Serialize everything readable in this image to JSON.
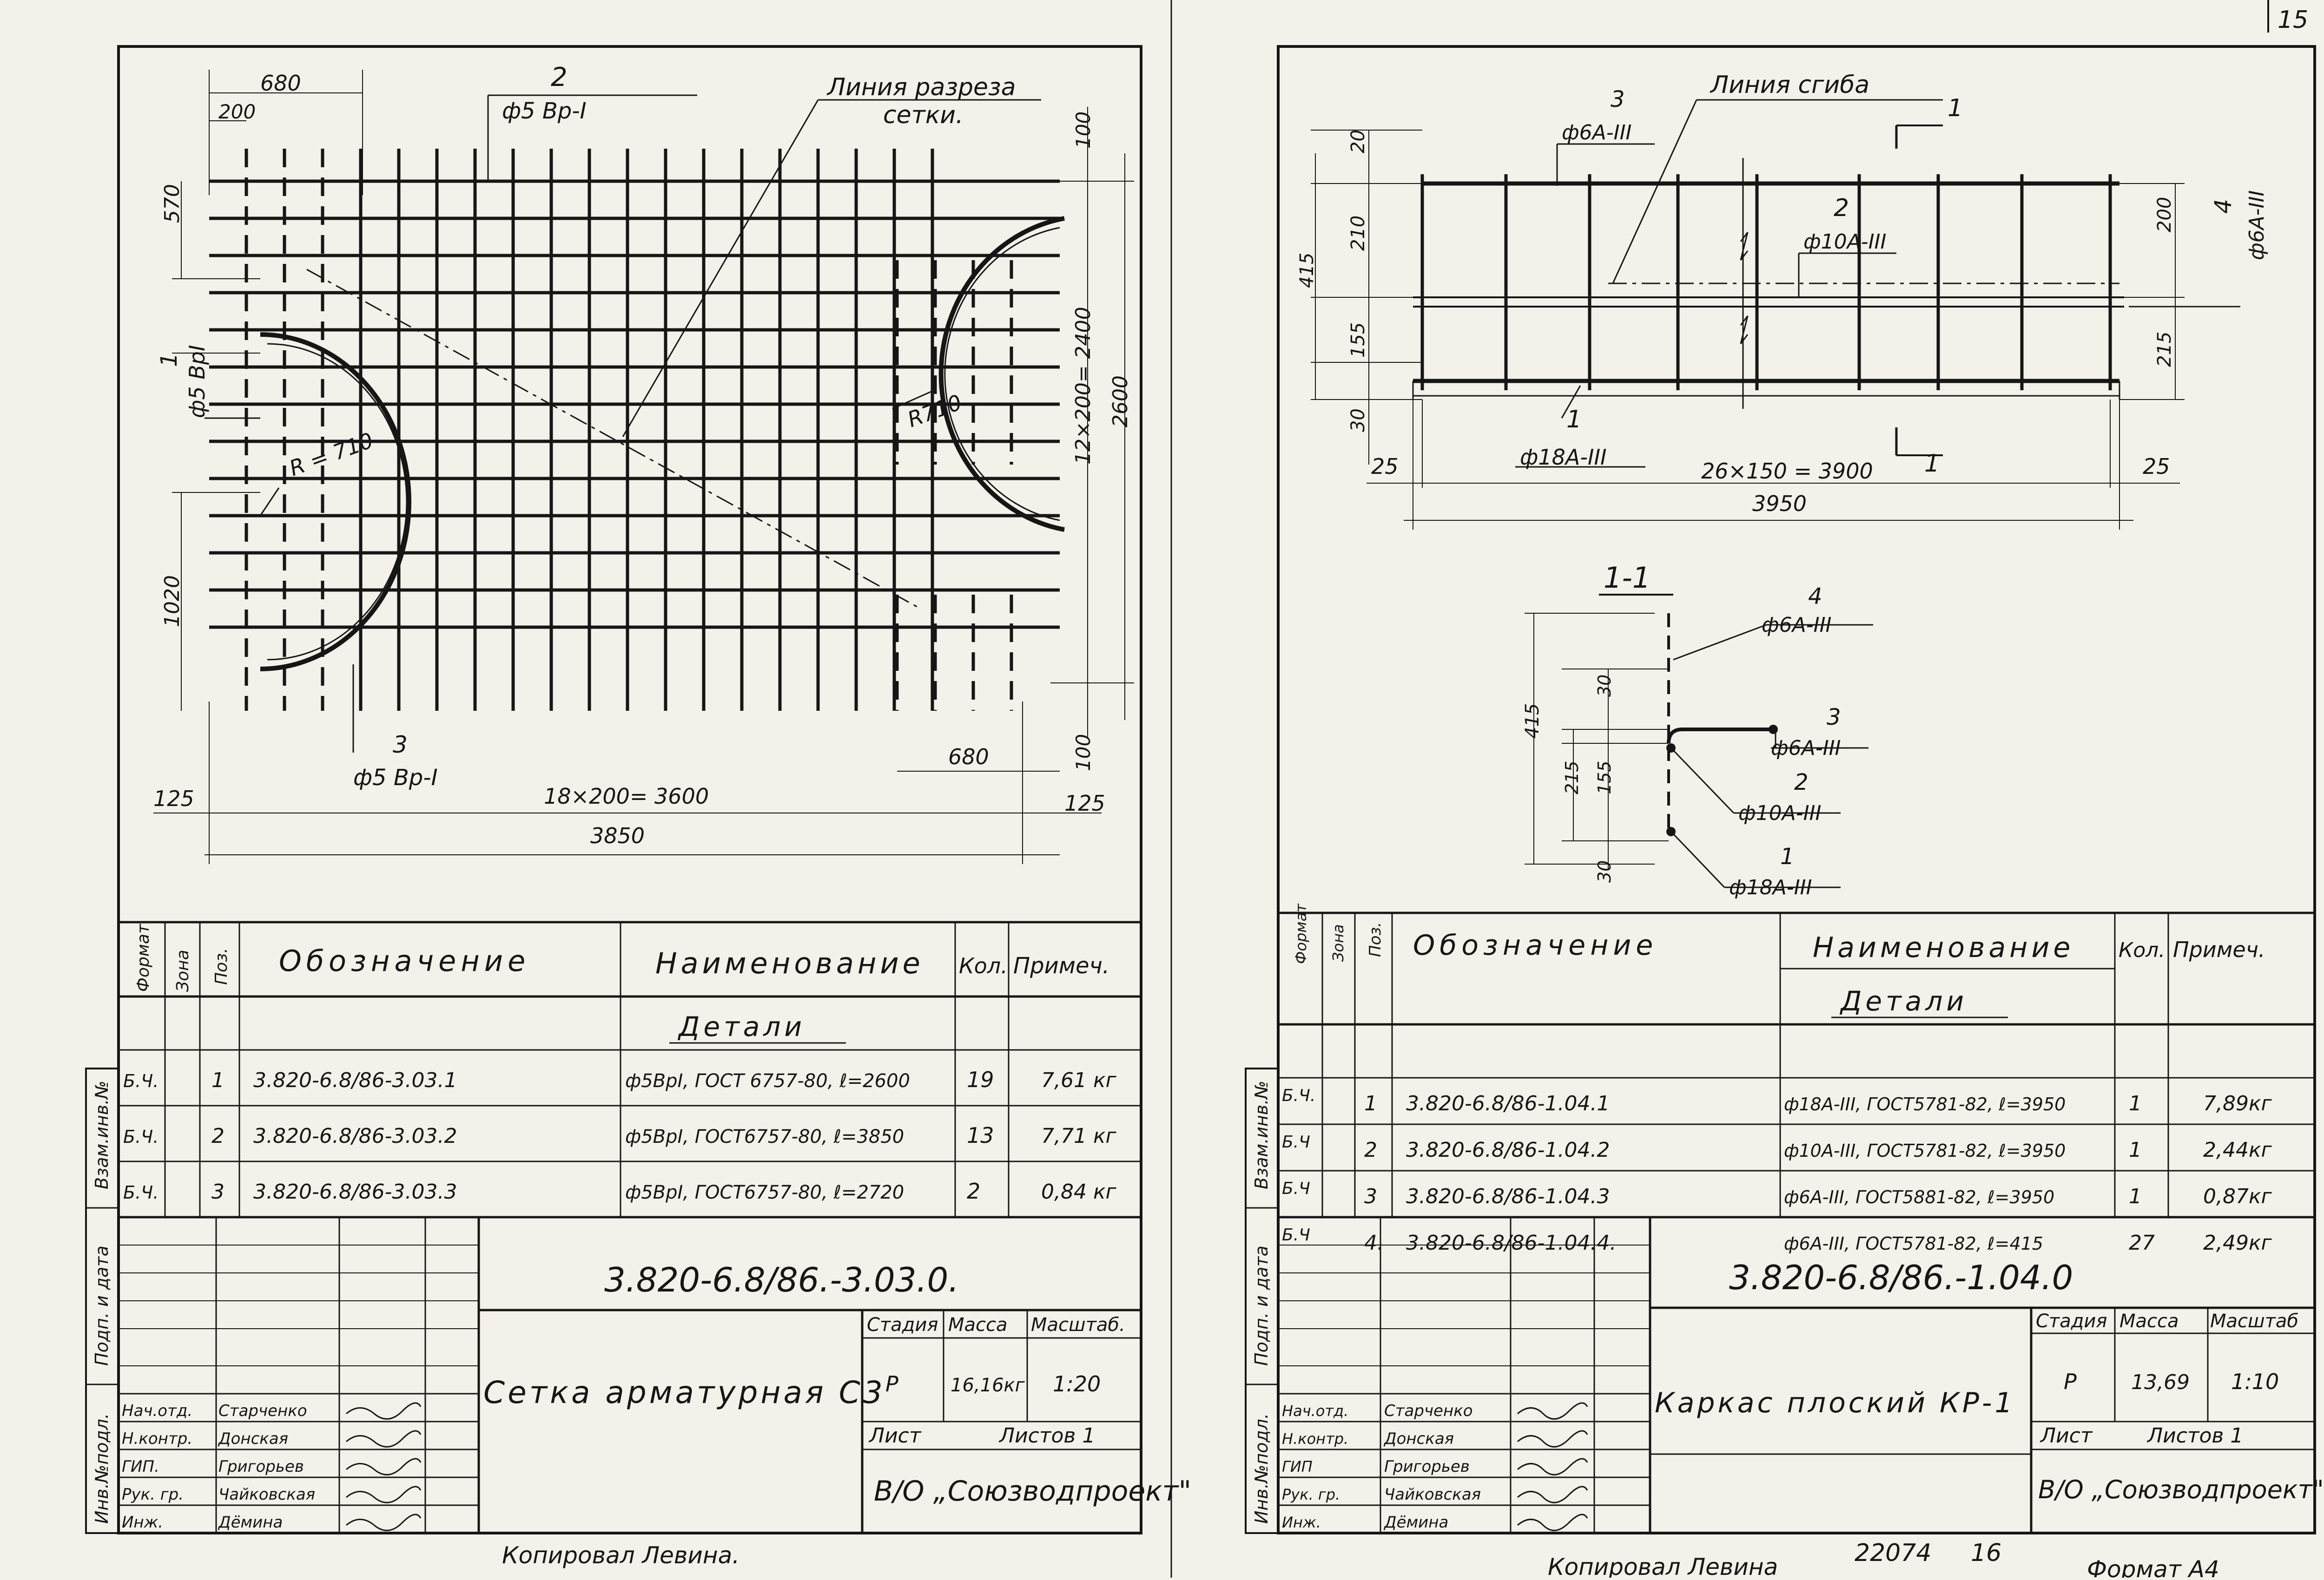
{
  "page_number": "15",
  "left": {
    "label_line": "Линия разреза",
    "label_line2": "сетки.",
    "pos1_num": "1",
    "pos1_rebar": "ф5 ВрI",
    "pos2_num": "2",
    "pos2_rebar": "ф5 Вр-I",
    "pos3_num": "3",
    "pos3_rebar": "ф5 Вр-I",
    "radius_left": "R = 710",
    "radius_right": "R710",
    "dims": {
      "top_680": "680",
      "top_200": "200",
      "v570": "570",
      "v1020": "1020",
      "right_100_top": "100",
      "right_2400": "12×200= 2400",
      "right_2600": "2600",
      "right_100_bot": "100",
      "bottom_680": "680",
      "b125_left": "125",
      "b125_right": "125",
      "b3600": "18×200= 3600",
      "b3850": "3850"
    },
    "spec_headers": [
      "Формат",
      "Зона",
      "Поз.",
      "Обозначение",
      "Наименование",
      "Кол.",
      "Примеч."
    ],
    "section_title": "Детали",
    "rows": [
      {
        "fmt": "Б.Ч.",
        "pos": "1",
        "code": "3.820-6.8/86-3.03.1",
        "name": "ф5ВрI, ГОСТ 6757-80, ℓ=2600",
        "qty": "19",
        "note": "7,61 кг"
      },
      {
        "fmt": "Б.Ч.",
        "pos": "2",
        "code": "3.820-6.8/86-3.03.2",
        "name": "ф5ВрI, ГОСТ6757-80, ℓ=3850",
        "qty": "13",
        "note": "7,71 кг"
      },
      {
        "fmt": "Б.Ч.",
        "pos": "3",
        "code": "3.820-6.8/86-3.03.3",
        "name": "ф5ВрI, ГОСТ6757-80, ℓ=2720",
        "qty": "2",
        "note": "0,84 кг"
      }
    ],
    "doc_code": "3.820-6.8/86.-3.03.0.",
    "doc_title": "Сетка арматурная С3",
    "stage_label": "Стадия",
    "mass_label": "Масса",
    "scale_label": "Масштаб.",
    "stage": "Р",
    "mass": "16,16кг",
    "scale": "1:20",
    "sheet_label": "Лист",
    "sheets_label": "Листов 1",
    "org": "В/О „Союзводпроект\"",
    "roles": [
      "Нач.отд.",
      "Н.контр.",
      "ГИП.",
      "Рук. гр.",
      "Инж."
    ],
    "names": [
      "Старченко",
      "Донская",
      "Григорьев",
      "Чайковская",
      "Дёмина"
    ],
    "side_labels": [
      "Взам.инв.№",
      "Подп. и дата",
      "Инв.№подл."
    ],
    "copied": "Копировал  Левина."
  },
  "right": {
    "label_bend": "Линия сгиба",
    "p1": "1",
    "p1_rebar": "ф18А-III",
    "p2": "2",
    "p2_rebar": "ф10А-III",
    "p3": "3",
    "p3_rebar": "ф6А-III",
    "p4": "4",
    "p4_rebar": "ф6А-III",
    "cut_mark": "1",
    "dims": {
      "v20": "20",
      "v210": "210",
      "v155": "155",
      "v30": "30",
      "v415": "415",
      "v200": "200",
      "v215": "215",
      "b25l": "25",
      "b3900": "26×150 = 3900",
      "b25r": "25",
      "b3950": "3950"
    },
    "section_label": "1-1",
    "sec": {
      "n4": "4",
      "r4": "ф6А-III",
      "n3": "3",
      "r3": "ф6А-III",
      "n2": "2",
      "r2": "ф10А-III",
      "n1": "1",
      "r1": "ф18А-III",
      "d415": "415",
      "d30t": "30",
      "d215": "215",
      "d155": "155",
      "d30b": "30"
    },
    "spec_headers": [
      "Формат",
      "Зона",
      "Поз.",
      "Обозначение",
      "Наименование",
      "Кол.",
      "Примеч."
    ],
    "section_title": "Детали",
    "rows": [
      {
        "fmt": "Б.Ч.",
        "pos": "1",
        "code": "3.820-6.8/86-1.04.1",
        "name": "ф18А-III, ГОСТ5781-82, ℓ=3950",
        "qty": "1",
        "note": "7,89кг"
      },
      {
        "fmt": "Б.Ч",
        "pos": "2",
        "code": "3.820-6.8/86-1.04.2",
        "name": "ф10А-III, ГОСТ5781-82, ℓ=3950",
        "qty": "1",
        "note": "2,44кг"
      },
      {
        "fmt": "Б.Ч",
        "pos": "3",
        "code": "3.820-6.8/86-1.04.3",
        "name": "ф6А-III, ГОСТ5881-82, ℓ=3950",
        "qty": "1",
        "note": "0,87кг"
      },
      {
        "fmt": "Б.Ч",
        "pos": "4.",
        "code": "3.820-6.8/86-1.04.4.",
        "name": "ф6А-III, ГОСТ5781-82, ℓ=415",
        "qty": "27",
        "note": "2,49кг"
      }
    ],
    "doc_code": "3.820-6.8/86.-1.04.0",
    "doc_title": "Каркас плоский КР-1",
    "stage_label": "Стадия",
    "mass_label": "Масса",
    "scale_label": "Масштаб",
    "stage": "Р",
    "mass": "13,69",
    "scale": "1:10",
    "sheet_label": "Лист",
    "sheets_label": "Листов 1",
    "org": "В/О „Союзводпроект\"",
    "roles": [
      "Нач.отд.",
      "Н.контр.",
      "ГИП",
      "Рук. гр.",
      "Инж."
    ],
    "names": [
      "Старченко",
      "Донская",
      "Григорьев",
      "Чайковская",
      "Дёмина"
    ],
    "side_labels": [
      "Взам.инв.№",
      "Подп. и дата",
      "Инв.№подл."
    ],
    "copied": "Копировал Левина",
    "stamp_no": "22074",
    "stamp_sheet": "16",
    "format": "Формат А4"
  }
}
